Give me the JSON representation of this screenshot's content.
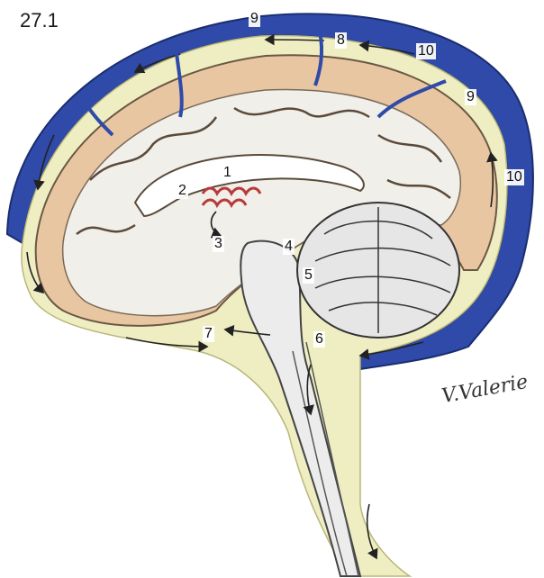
{
  "figure_label": "27.1",
  "signature": "V.Valerie",
  "labels": {
    "l1": "1",
    "l2": "2",
    "l3": "3",
    "l4": "4",
    "l5": "5",
    "l6": "6",
    "l7": "7",
    "l8": "8",
    "l9a": "9",
    "l9b": "9",
    "l10a": "10",
    "l10b": "10"
  },
  "colors": {
    "sinus_blue": "#2f4aa8",
    "csf_yellow": "#efeec2",
    "cortex_tan": "#e8c6a2",
    "white_matter": "#f1efe9",
    "choroid_red": "#b83a3a"
  }
}
